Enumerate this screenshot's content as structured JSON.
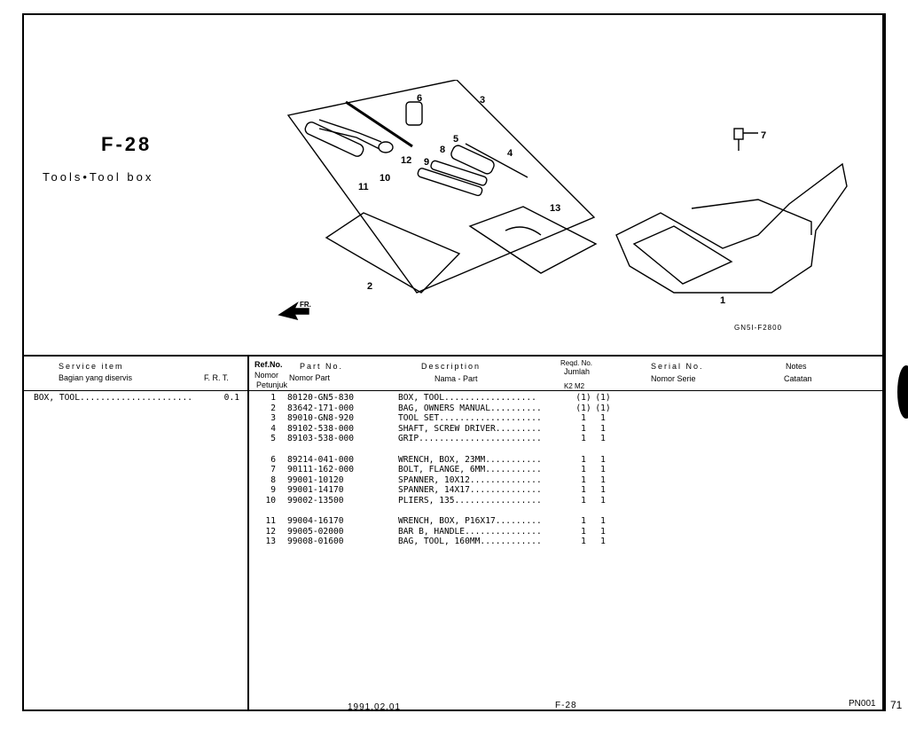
{
  "page": {
    "code": "F-28",
    "subtitle": "Tools•Tool box",
    "diagram_code": "GN5I-F2800"
  },
  "callouts": [
    "1",
    "2",
    "3",
    "4",
    "5",
    "6",
    "7",
    "8",
    "9",
    "10",
    "11",
    "12",
    "13"
  ],
  "headers": {
    "service_item": "Service item",
    "service_item_id": "Bagian yang diservis",
    "frt": "F. R. T.",
    "ref_no": "Ref.No.",
    "ref_no_id_1": "Nomor",
    "ref_no_id_2": "Petunjuk",
    "part_no": "Part No.",
    "part_no_id": "Nomor Part",
    "description": "Description",
    "description_id": "Nama - Part",
    "reqd_no": "Reqd. No.",
    "jumlah": "Jumlah",
    "qty_models": "K2 M2",
    "serial_no": "Serial No.",
    "serial_no_id": "Nomor Serie",
    "notes": "Notes",
    "notes_id": "Catatan"
  },
  "service_item": {
    "name": "BOX, TOOL......................",
    "frt": "0.1"
  },
  "parts": [
    {
      "ref": "1",
      "part_no": "80120-GN5-830",
      "desc": "BOX, TOOL..................",
      "q1": "(1)",
      "q2": "(1)"
    },
    {
      "ref": "2",
      "part_no": "83642-171-000",
      "desc": "BAG, OWNERS MANUAL..........",
      "q1": "(1)",
      "q2": "(1)"
    },
    {
      "ref": "3",
      "part_no": "89010-GN8-920",
      "desc": "TOOL SET....................",
      "q1": "1",
      "q2": "1"
    },
    {
      "ref": "4",
      "part_no": "89102-538-000",
      "desc": "SHAFT, SCREW DRIVER.........",
      "q1": "1",
      "q2": "1"
    },
    {
      "ref": "5",
      "part_no": "89103-538-000",
      "desc": "GRIP........................",
      "q1": "1",
      "q2": "1"
    },
    {
      "ref": "6",
      "part_no": "89214-041-000",
      "desc": "WRENCH, BOX, 23MM...........",
      "q1": "1",
      "q2": "1"
    },
    {
      "ref": "7",
      "part_no": "90111-162-000",
      "desc": "BOLT, FLANGE, 6MM...........",
      "q1": "1",
      "q2": "1"
    },
    {
      "ref": "8",
      "part_no": "99001-10120",
      "desc": "SPANNER, 10X12..............",
      "q1": "1",
      "q2": "1"
    },
    {
      "ref": "9",
      "part_no": "99001-14170",
      "desc": "SPANNER, 14X17..............",
      "q1": "1",
      "q2": "1"
    },
    {
      "ref": "10",
      "part_no": "99002-13500",
      "desc": "PLIERS, 135.................",
      "q1": "1",
      "q2": "1"
    },
    {
      "ref": "11",
      "part_no": "99004-16170",
      "desc": "WRENCH, BOX, P16X17.........",
      "q1": "1",
      "q2": "1"
    },
    {
      "ref": "12",
      "part_no": "99005-02000",
      "desc": "BAR B, HANDLE...............",
      "q1": "1",
      "q2": "1"
    },
    {
      "ref": "13",
      "part_no": "99008-01600",
      "desc": "BAG, TOOL, 160MM............",
      "q1": "1",
      "q2": "1"
    }
  ],
  "footer": {
    "date": "1991.02.01",
    "page": "F-28",
    "pn": "PN001",
    "sheet": "71"
  }
}
